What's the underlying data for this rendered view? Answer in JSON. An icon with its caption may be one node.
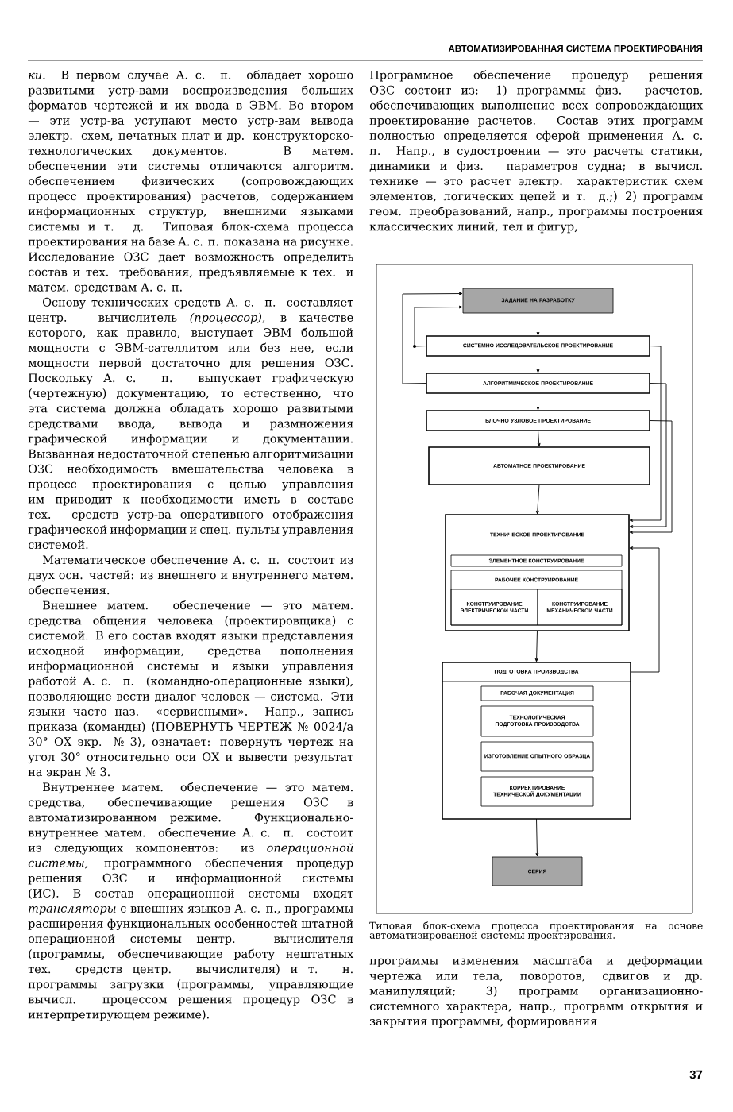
{
  "diagram": {
    "caption": "Типовая блок-схема процесса проектирования на основе автоматизированной системы проектирования.",
    "nodes": [
      {
        "text": [
          "ЗАДАНИЕ НА РАЗРАБОТКУ"
        ]
      },
      {
        "text": [
          "СИСТЕМНО-ИССЛЕДОВАТЕЛЬСКОЕ ПРОЕКТИРОВАНИЕ"
        ]
      },
      {
        "text": [
          "АЛГОРИТМИЧЕСКОЕ ПРОЕКТИРОВАНИЕ"
        ]
      },
      {
        "text": [
          "БЛОЧНО УЗЛОВОЕ ПРОЕКТИРОВАНИЕ"
        ]
      },
      {
        "text": [
          "АВТОМАТНОЕ ПРОЕКТИРОВАНИЕ"
        ]
      },
      {
        "text": [
          "ТЕХНИЧЕСКОЕ ПРОЕКТИРОВАНИЕ"
        ]
      },
      {
        "text": [
          "ЭЛЕМЕНТНОЕ КОНСТРУИРОВАНИЕ"
        ],
        "in": 5
      },
      {
        "text": [
          "РАБОЧЕЕ КОНСТРУИРОВАНИЕ"
        ],
        "in": 5
      },
      {
        "text": [
          "КОНСТРУИРОВАНИЕ ЭЛЕКТРИЧЕСКОЙ ЧАСТИ"
        ],
        "in": 7
      },
      {
        "text": [
          "КОНСТРУИРОВАНИЕ МЕХАНИЧЕСКОЙ ЧАСТИ"
        ],
        "in": 7
      },
      {
        "text": [
          "ПОДГОТОВКА ПРОИЗВОДСТВА"
        ]
      },
      {
        "text": [
          "РАБОЧАЯ ДОКУМЕНТАЦИЯ"
        ],
        "in": 10
      },
      {
        "text": [
          "ТЕХНОЛОГИЧЕСКАЯ ПОДГОТОВКА ПРОИЗВОДСТВА"
        ],
        "in": 10
      },
      {
        "text": [
          "ИЗГОТОВЛЕНИЕ ОПЫТНОГО ОБРАЗЦА"
        ],
        "in": 10
      },
      {
        "text": [
          "КОРРЕКТИРОВАНИЕ ТЕХНИЧЕСКОЙ ДОКУМЕНТАЦИИ"
        ],
        "in": 10
      },
      {
        "text": [
          "СЕРИЯ"
        ]
      }
    ],
    "edges": [
      {
        "from": 0,
        "to": 1,
        "arrow": "to"
      },
      {
        "from": 1,
        "to": 2,
        "arrow": "to"
      },
      {
        "from": 2,
        "to": 3,
        "arrow": "to"
      },
      {
        "from": 3,
        "to": 4,
        "arrow": "to"
      },
      {
        "from": 4,
        "to": 5,
        "arrow": "to"
      },
      {
        "from": 5,
        "to": 10,
        "arrow": "to"
      },
      {
        "from": 10,
        "to": 15,
        "arrow": "to"
      },
      {
        "from": 2,
        "to": 0,
        "arrow": "to"
      },
      {
        "from": 1,
        "to": 0,
        "arrow": "to"
      },
      {
        "from": 1,
        "to": 5,
        "arrow": "to"
      },
      {
        "from": 2,
        "to": 5,
        "arrow": "to"
      },
      {
        "from": 3,
        "to": 5,
        "arrow": "to"
      },
      {
        "from": 10,
        "to": 5,
        "arrow": "to"
      }
    ],
    "labels": [
      "АВТОМАТИЗИРОВАННАЯ СИСТЕМА ПРОЕКТИРОВАНИЯ",
      "*ки.* В первом случае А. с. п. обладает хорошо развитыми устр-вами воспроизведения больших форматов чертежей и их ввода в ЭВМ. Во втором — эти устр-ва уступают место устр-вам вывода электр. схем, печатных плат и др. конструкторско-технологических документов. В матем. обеспечении эти системы отличаются алгоритм. обеспечением физических (сопровождающих процесс проектирования) расчетов, содержанием информационных структур, внешними языками системы и т. д. Типовая блок-схема процесса проектирования на базе А. с. п. показана на рисунке. Исследование ОЗС дает возможность определить состав и тех. требования, предъявляемые к тех. и матем. средствам А. с. п.",
      "Основу технических средств А. с. п. составляет центр. вычислитель *(процессор)*, в качестве которого, как правило, выступает ЭВМ большой мощности с ЭВМ-сателлитом или без нее, если мощности первой достаточно для решения ОЗС. Поскольку А. с. п. выпускает графическую (чертежную) документацию, то естественно, что эта система должна обладать хорошо развитыми средствами ввода, вывода и размножения графической информации и документации. Вызванная недостаточной степенью алгоритмизации ОЗС необходимость вмешательства человека в процесс проектирования с целью управления им приводит к необходимости иметь в составе тех. средств устр-ва оперативного отображения графической информации и спец. пульты управления системой.",
      "Математическое обеспечение А. с. п. состоит из двух осн. частей: из внешнего и внутреннего матем. обеспечения.",
      "Внешнее матем. обеспечение — это матем. средства общения человека (проектировщика) с системой. В его состав входят языки представления исходной информации, средства пополнения информационной системы и языки управления работой А. с. п. (командно-операционные языки), позволяющие вести диалог человек — система. Эти языки часто наз. «сервисными». Напр., запись приказа (команды) ⟨ПОВЕРНУТЬ ЧЕРТЕЖ № 0024/а 30° ОХ экр. № 3⟩, означает: повернуть чертеж на угол 30° относительно оси ОХ и вывести результат на экран № 3.",
      "Внутреннее матем. обеспечение — это матем. средства, обеспечивающие решения ОЗС в автоматизированном режиме. Функционально-внутреннее матем. обеспечение А. с. п. состоит из следующих компонентов: из *операционной системы,* программного обеспечения процедур решения ОЗС и информационной системы (ИС). В состав операционной системы входят *трансляторы* с внешних языков А. с. п., программы расширения функциональных особенностей штатной операционной системы центр. вычислителя (программы, обеспечивающие работу нештатных тех. средств центр. вычислителя) и т. н. программы загрузки (программы, управляющие вычисл. процессом решения процедур ОЗС в интерпретирующем режиме).",
      "Программное обеспечение процедур решения ОЗС состоит из: 1) программы физ. расчетов, обеспечивающих выполнение всех сопровождающих проектирование расчетов. Состав этих программ полностью определяется сферой применения А. с. п. Напр., в судостроении — это расчеты статики, динамики и физ. параметров судна; в вычисл. технике — это расчет электр. характеристик схем элементов, логических цепей и т. д.;) 2) программ геом. преобразований, напр., программы построения классических линий, тел и фигур,",
      "программы изменения масштаба и деформации чертежа или тела, поворотов, сдвигов и др. манипуляций; 3) программ организационно-системного характера, напр., программ открытия и закрытия программы, формирования",
      "37"
    ]
  }
}
